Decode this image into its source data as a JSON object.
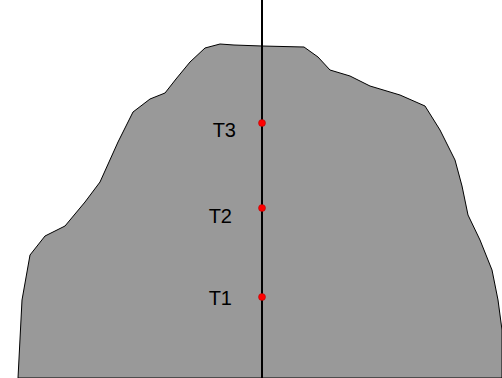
{
  "diagram": {
    "labels": [
      "T3",
      "T2",
      "T1"
    ]
  }
}
